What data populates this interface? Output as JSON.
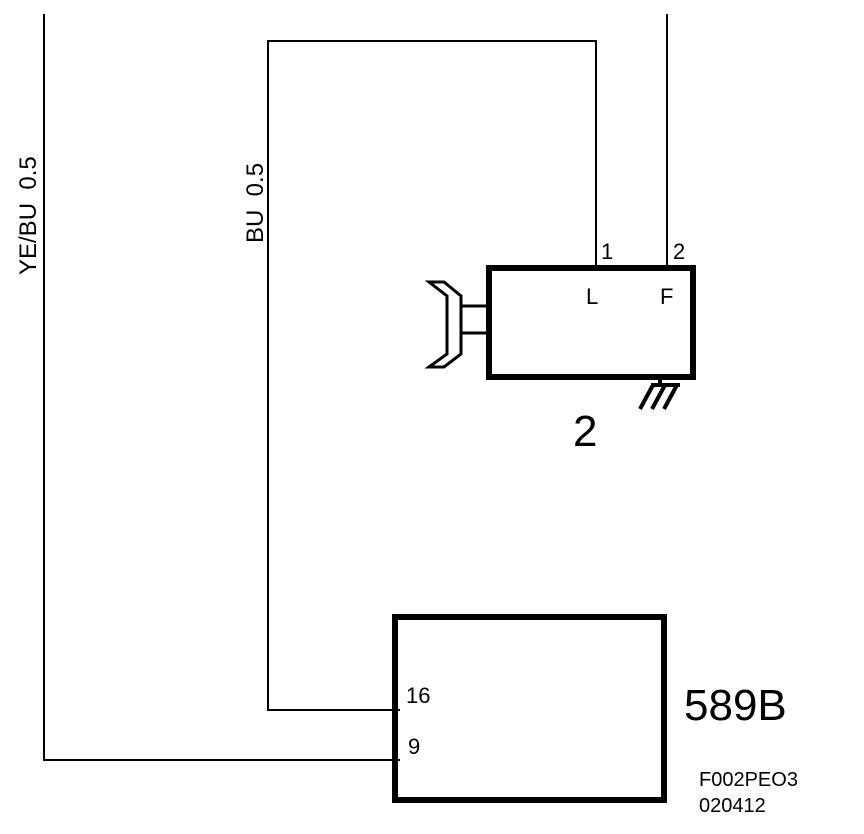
{
  "wires": {
    "left_wire_label": "YE/BU  0.5",
    "middle_wire_label": "BU  0.5"
  },
  "component_2": {
    "id": "2",
    "pin_1_number": "1",
    "pin_2_number": "2",
    "pin_1_name": "L",
    "pin_2_name": "F"
  },
  "component_589b": {
    "id": "589B",
    "pin_16_number": "16",
    "pin_9_number": "9"
  },
  "figure_code": {
    "line1": "F002PEO3",
    "line2": "020412"
  }
}
